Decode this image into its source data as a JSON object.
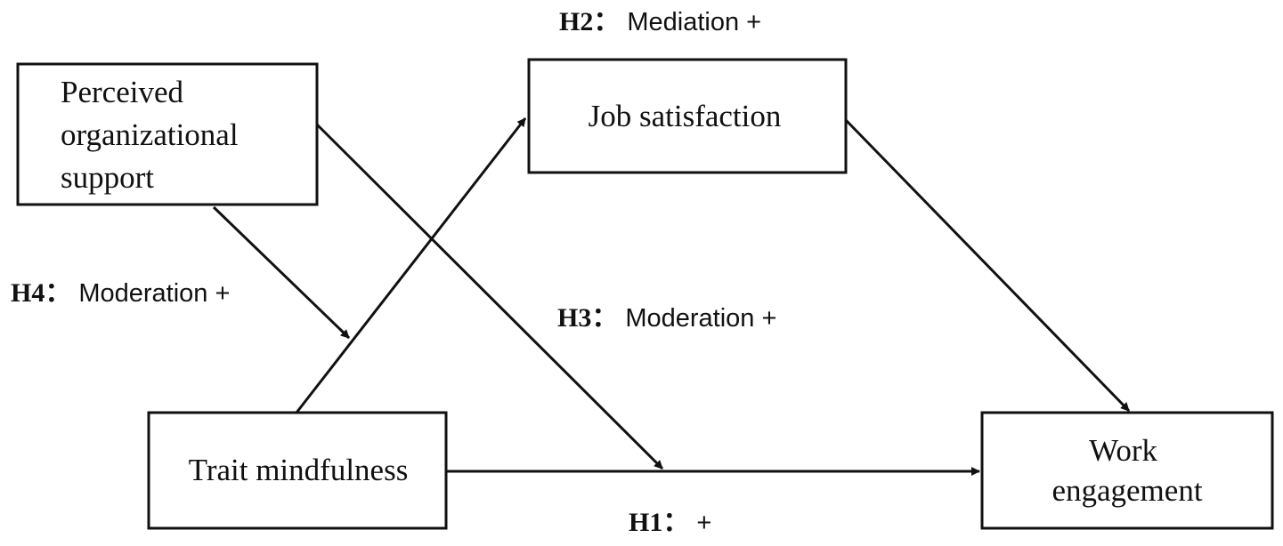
{
  "nodes": {
    "pos": {
      "lines": [
        "Perceived",
        "organizational",
        "support"
      ]
    },
    "job_satisfaction": {
      "lines": [
        "Job satisfaction"
      ]
    },
    "trait_mindfulness": {
      "lines": [
        "Trait mindfulness"
      ]
    },
    "work_engagement": {
      "lines": [
        "Work",
        "engagement"
      ]
    }
  },
  "hypotheses": {
    "h1": {
      "code": "H1：",
      "desc": "+"
    },
    "h2": {
      "code": "H2：",
      "desc": "Mediation +"
    },
    "h3": {
      "code": "H3：",
      "desc": "Moderation +"
    },
    "h4": {
      "code": "H4：",
      "desc": "Moderation +"
    }
  },
  "colors": {
    "stroke": "#111111",
    "background": "#ffffff"
  }
}
